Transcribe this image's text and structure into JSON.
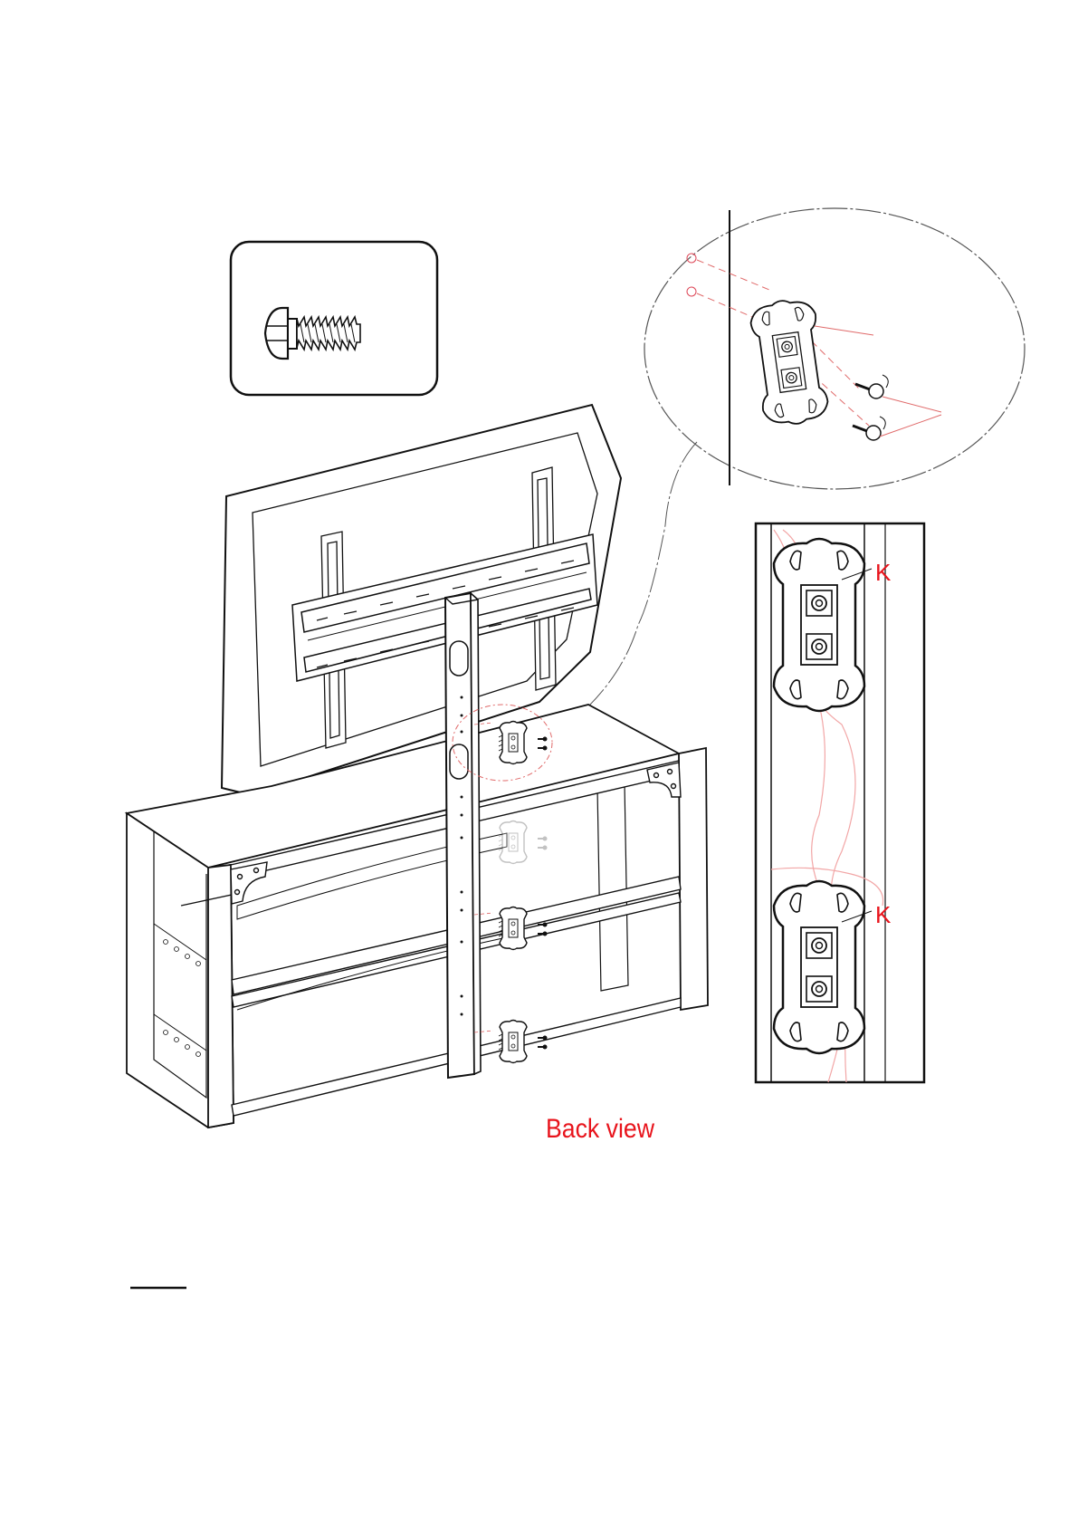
{
  "labels": {
    "back_view": "Back view",
    "clip_upper": "K",
    "clip_lower": "K"
  },
  "icons": [
    "screw-icon",
    "cable-clip-icon"
  ],
  "colors": {
    "line": "#111111",
    "accent": "#e8141c",
    "cable": "#f2a6a6",
    "ghost": "#bdbdbd"
  }
}
